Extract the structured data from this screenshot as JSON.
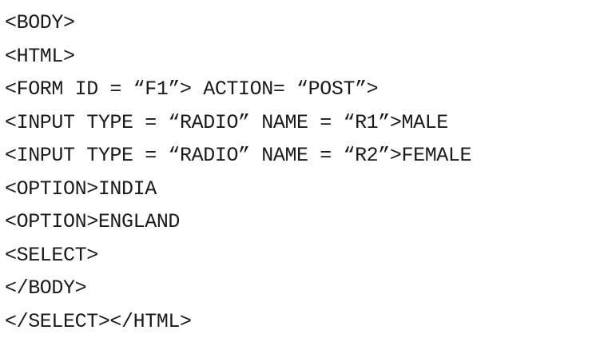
{
  "lines": [
    "<BODY>",
    "<HTML>",
    "<FORM ID = “F1”> ACTION= “POST”>",
    "<INPUT TYPE = “RADIO” NAME = “R1”>MALE",
    "<INPUT TYPE = “RADIO” NAME = “R2”>FEMALE",
    "<OPTION>INDIA",
    "<OPTION>ENGLAND",
    "<SELECT>",
    "</BODY>",
    "</SELECT></HTML>"
  ]
}
